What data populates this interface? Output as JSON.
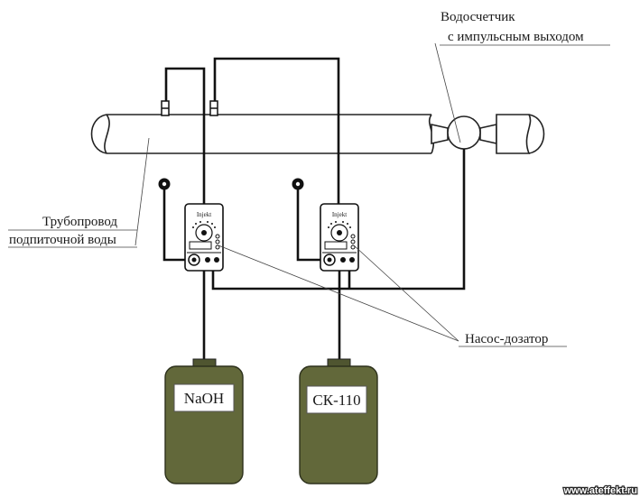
{
  "labels": {
    "meter_line1": "Водосчетчик",
    "meter_line2": "с импульсным  выходом",
    "pipe_line1": "Трубопровод",
    "pipe_line2": "подпиточной воды",
    "pump": "Насос-дозатор",
    "watermark": "www.ateffekt.ru"
  },
  "pumps": [
    {
      "brand": "Injekt"
    },
    {
      "brand": "Injekt"
    }
  ],
  "tanks": [
    {
      "label": "NaOH"
    },
    {
      "label": "СК-110"
    }
  ],
  "colors": {
    "tank_fill": "#62683a",
    "tank_cap": "#4f5530",
    "line": "#111111",
    "pipe_stroke": "#222222"
  }
}
